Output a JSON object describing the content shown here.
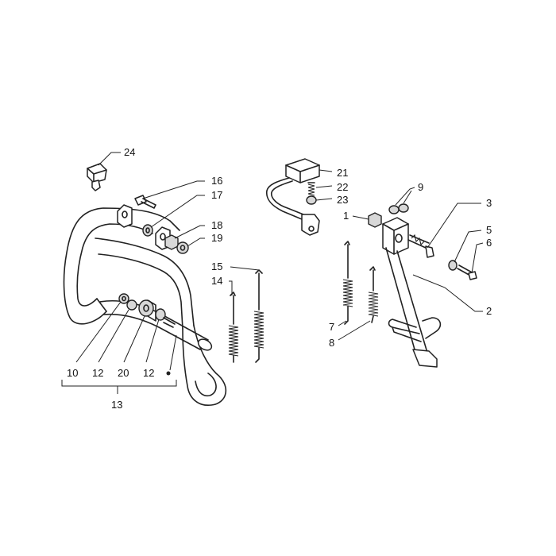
{
  "callouts": {
    "c1": "1",
    "c2": "2",
    "c3": "3",
    "c5": "5",
    "c6": "6",
    "c7": "7",
    "c8": "8",
    "c9": "9",
    "c10": "10",
    "c12a": "12",
    "c12b": "12",
    "c13": "13",
    "c14": "14",
    "c15": "15",
    "c16": "16",
    "c17": "17",
    "c18": "18",
    "c19": "19",
    "c20": "20",
    "c21": "21",
    "c22": "22",
    "c23": "23",
    "c24": "24"
  }
}
